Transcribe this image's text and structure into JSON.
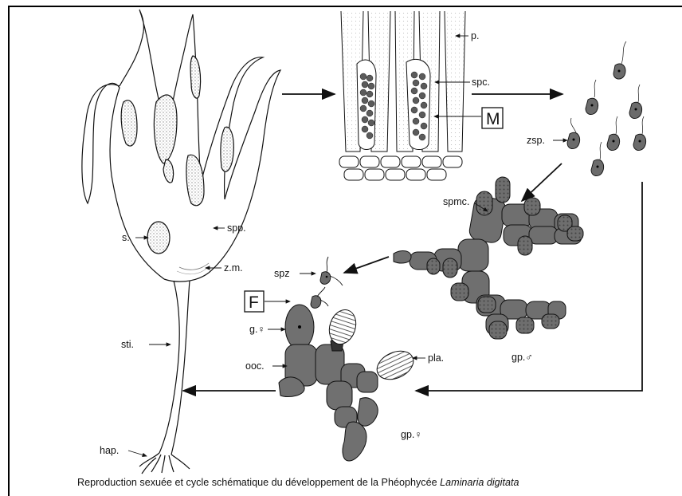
{
  "labels": {
    "p": "p.",
    "spc": "spc.",
    "M": "M",
    "zsp": "zsp.",
    "spmc": "spmc.",
    "spp": "spp.",
    "s": "s.",
    "zm": "z.m.",
    "spz": "spz",
    "F": "F",
    "g_fem": "g.♀",
    "ooc": "ooc.",
    "pla": "pla.",
    "gp_male": "gp.♂",
    "gp_fem": "gp.♀",
    "sti": "sti.",
    "hap": "hap."
  },
  "caption": {
    "text": "Reproduction sexuée et cycle schématique du développement de la Phéophycée ",
    "species": "Laminaria digitata"
  },
  "colors": {
    "line": "#111111",
    "cell_fill": "#707070",
    "cell_dark": "#4a4a4a",
    "stipple": "#9a9a9a"
  }
}
